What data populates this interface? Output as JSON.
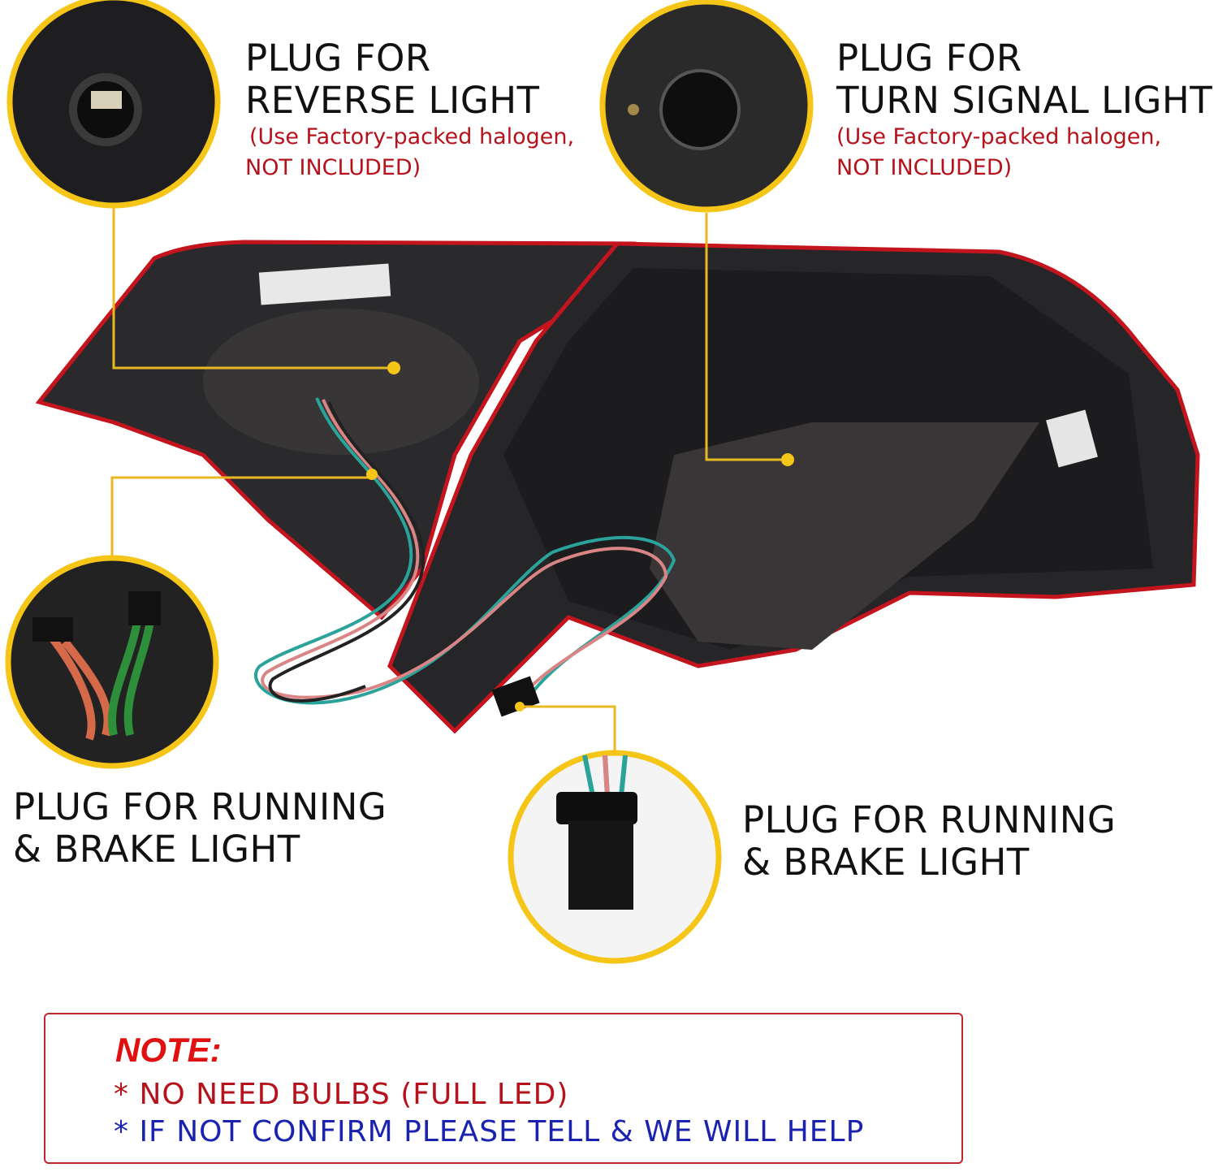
{
  "colors": {
    "callout_ring": "#f5c518",
    "leader_line": "#e8b923",
    "warning_red": "#b5121b",
    "note_title_red": "#e01010",
    "note_blue": "#1a23b0",
    "lamp_red_edge": "#c4141e"
  },
  "callouts": [
    {
      "title_line1": "PLUG FOR",
      "title_line2": "REVERSE LIGHT",
      "note_line1": "(Use Factory-packed halogen,",
      "note_line2": "NOT INCLUDED)"
    },
    {
      "title_line1": "PLUG FOR",
      "title_line2": "TURN SIGNAL LIGHT",
      "note_line1": "(Use Factory-packed halogen,",
      "note_line2": "NOT INCLUDED)"
    },
    {
      "title_line1": "PLUG FOR RUNNING",
      "title_line2": "& BRAKE LIGHT"
    },
    {
      "title_line1": "PLUG FOR RUNNING",
      "title_line2": "& BRAKE LIGHT"
    }
  ],
  "note": {
    "title": "NOTE:",
    "line1": "* NO NEED BULBS (FULL LED)",
    "line2": "* IF NOT CONFIRM PLEASE TELL & WE WILL HELP"
  }
}
